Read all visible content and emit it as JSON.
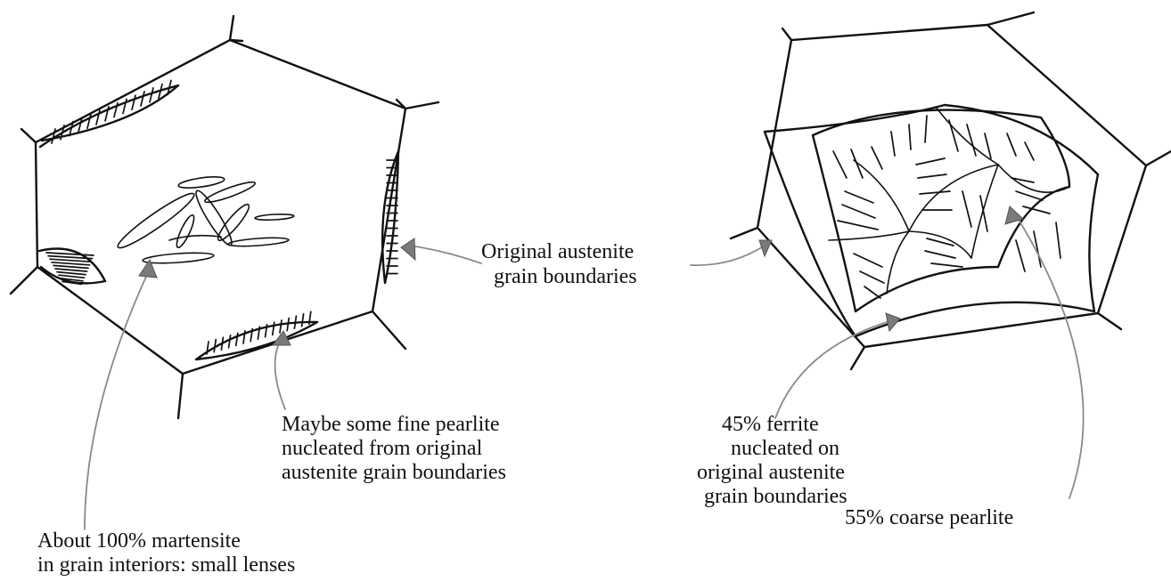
{
  "labels": {
    "boundaries_line1": "Original austenite",
    "boundaries_line2": "grain boundaries",
    "fine_pearlite_line1": "Maybe some fine pearlite",
    "fine_pearlite_line2": "nucleated from original",
    "fine_pearlite_line3": "austenite grain boundaries",
    "martensite_line1": "About 100% martensite",
    "martensite_line2": "in grain interiors: small lenses",
    "ferrite_line1": "45% ferrite",
    "ferrite_line2": "nucleated on",
    "ferrite_line3": "original austenite",
    "ferrite_line4": "grain boundaries",
    "coarse_pearlite": "55% coarse pearlite"
  },
  "colors": {
    "ink": "#111111",
    "arrow": "#8a8a8a"
  }
}
